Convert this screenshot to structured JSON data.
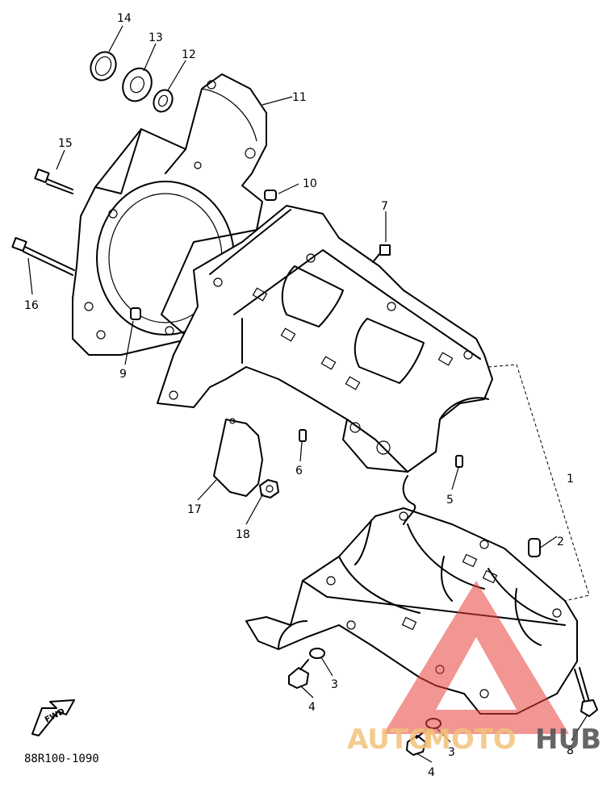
{
  "labels": {
    "p1": "1",
    "p2": "2",
    "p3a": "3",
    "p3b": "3",
    "p4a": "4",
    "p4b": "4",
    "p5": "5",
    "p6": "6",
    "p7": "7",
    "p8": "8",
    "p9": "9",
    "p10": "10",
    "p11": "11",
    "p12": "12",
    "p13": "13",
    "p14": "14",
    "p15": "15",
    "p16": "16",
    "p17": "17",
    "p18": "18"
  },
  "diagram_code": "88R100-1090",
  "fwd_label": "FWD",
  "watermark": {
    "left": "AUTO",
    "mid": "MOTO",
    "right": "HUB",
    "accent": "#e8403a",
    "secondary": "#f2c27a"
  }
}
